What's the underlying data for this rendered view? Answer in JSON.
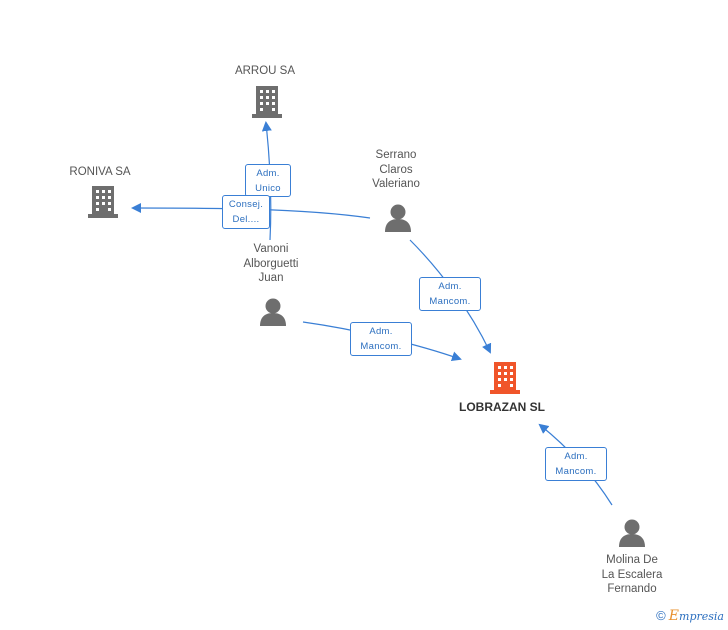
{
  "nodes": {
    "arrou": {
      "label": "ARROU SA",
      "type": "company"
    },
    "roniva": {
      "label": "RONIVA SA",
      "type": "company"
    },
    "serrano": {
      "label": "Serrano\nClaros\nValeriano",
      "type": "person"
    },
    "vanoni": {
      "label": "Vanoni\nAlborguetti\nJuan",
      "type": "person"
    },
    "lobrazan": {
      "label": "LOBRAZAN SL",
      "type": "company",
      "highlight": true
    },
    "molina": {
      "label": "Molina De\nLa Escalera\nFernando",
      "type": "person"
    }
  },
  "edges": {
    "vanoni_arrou": {
      "label": "Adm.\nUnico"
    },
    "serrano_roniva": {
      "label": "Consej.\nDel...."
    },
    "serrano_lobrazan": {
      "label": "Adm.\nMancom."
    },
    "vanoni_lobrazan": {
      "label": "Adm.\nMancom."
    },
    "molina_lobrazan": {
      "label": "Adm.\nMancom."
    }
  },
  "footer": {
    "copyright": "©",
    "brand_initial": "E",
    "brand_rest": "mpresia"
  },
  "colors": {
    "edge": "#3a7fd5",
    "company_icon": "#6e6e6e",
    "highlight_icon": "#f0552a",
    "person_icon": "#6e6e6e"
  },
  "icons": {
    "company": "building-icon",
    "person": "person-icon"
  }
}
